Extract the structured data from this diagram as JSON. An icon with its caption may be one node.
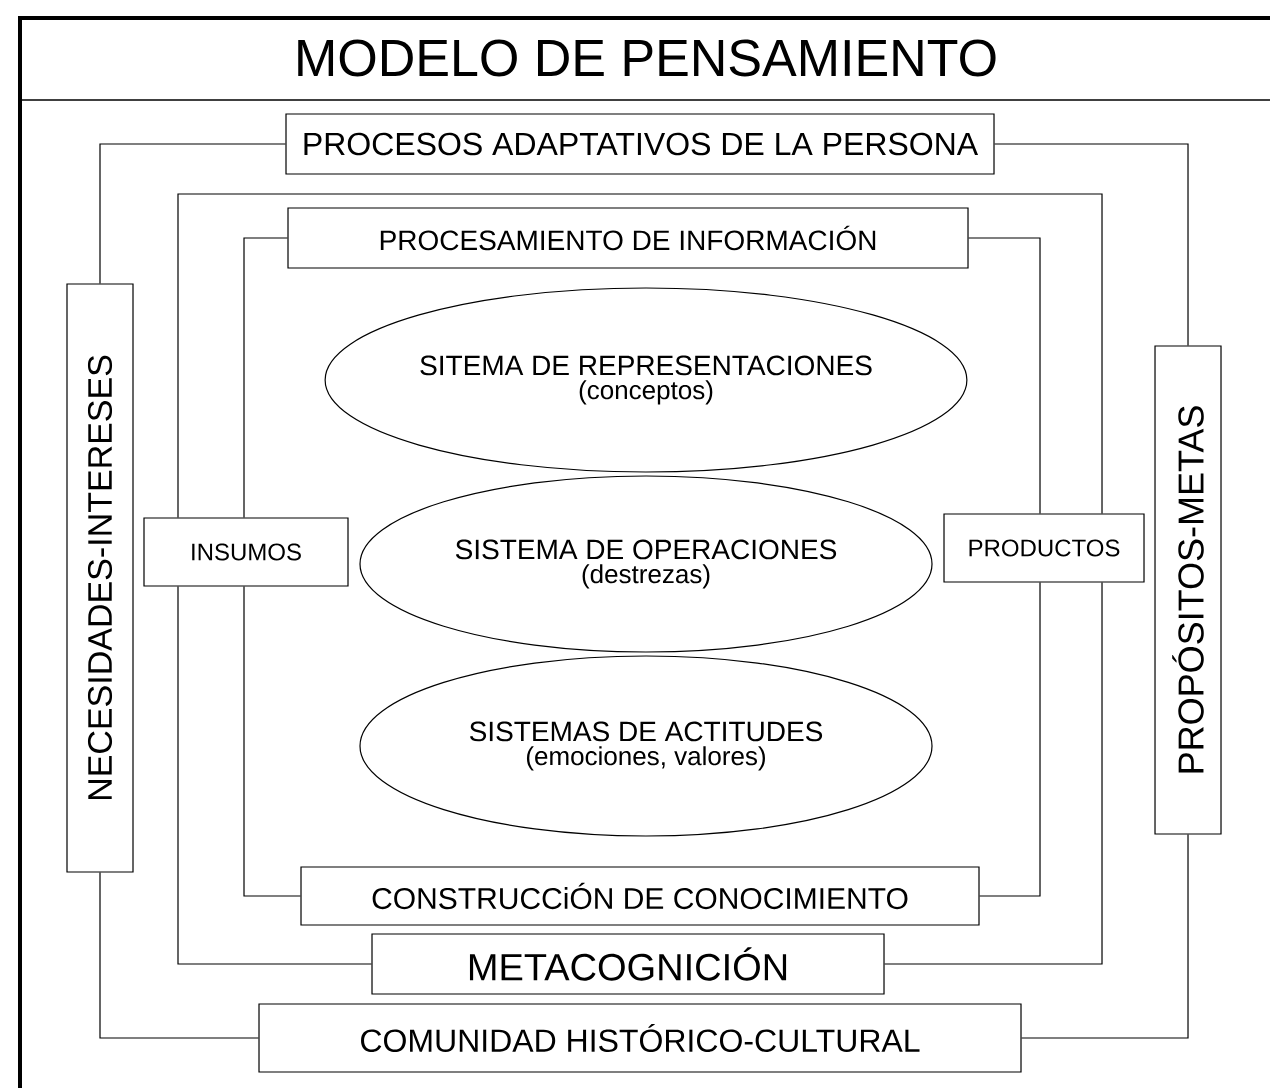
{
  "diagram": {
    "title": "MODELO DE PENSAMIENTO",
    "nodes": [
      {
        "text": [
          "PROCESOS ADAPTATIVOS DE LA PERSONA"
        ]
      },
      {
        "text": [
          "PROCESAMIENTO DE INFORMACIÓN"
        ]
      },
      {
        "text": [
          "SITEMA DE REPRESENTACIONES",
          "(conceptos)"
        ]
      },
      {
        "text": [
          "NECESIDADES-INTERESES"
        ]
      },
      {
        "text": [
          "INSUMOS"
        ]
      },
      {
        "text": [
          "SISTEMA DE OPERACIONES",
          "(destrezas)"
        ]
      },
      {
        "text": [
          "PRODUCTOS"
        ]
      },
      {
        "text": [
          "PROPÓSITOS-METAS"
        ]
      },
      {
        "text": [
          "SISTEMAS DE ACTITUDES",
          "(emociones, valores)"
        ]
      },
      {
        "text": [
          "CONSTRUCCiÓN DE CONOCIMIENTO"
        ]
      },
      {
        "text": [
          "METACOGNICIÓN"
        ]
      },
      {
        "text": [
          "COMUNIDAD HISTÓRICO-CULTURAL"
        ]
      }
    ],
    "edges": [
      {
        "from": 0,
        "to": 3,
        "arrow": "none"
      },
      {
        "from": 0,
        "to": 7,
        "arrow": "none"
      },
      {
        "from": 3,
        "to": 11,
        "arrow": "none"
      },
      {
        "from": 7,
        "to": 11,
        "arrow": "none"
      },
      {
        "from": 10,
        "to": 4,
        "arrow": "none"
      },
      {
        "from": 4,
        "to": 6,
        "arrow": "none"
      },
      {
        "from": 6,
        "to": 10,
        "arrow": "none"
      },
      {
        "from": 1,
        "to": 4,
        "arrow": "none"
      },
      {
        "from": 4,
        "to": 9,
        "arrow": "none"
      },
      {
        "from": 1,
        "to": 6,
        "arrow": "none"
      },
      {
        "from": 6,
        "to": 9,
        "arrow": "none"
      }
    ]
  }
}
